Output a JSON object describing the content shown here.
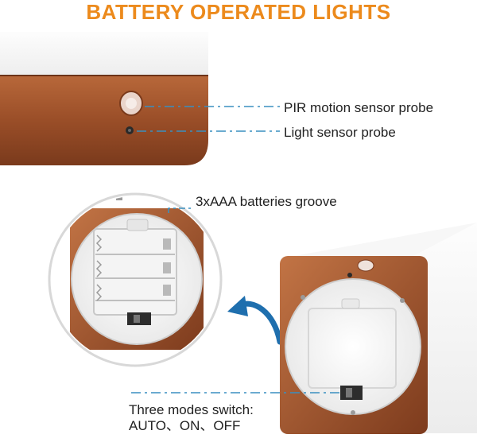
{
  "title": "BATTERY OPERATED LIGHTS",
  "callouts": {
    "pir": "PIR motion sensor probe",
    "light": "Light sensor probe",
    "groove": "3xAAA batteries groove",
    "switch_line1": "Three modes switch:",
    "switch_line2": "AUTO、ON、OFF"
  },
  "colors": {
    "title": "#ec8a1c",
    "bronze": "#a8582f",
    "leader": "#3a8fc0",
    "arrow": "#1f6fae"
  },
  "icons": [
    "curved-arrow-icon"
  ]
}
